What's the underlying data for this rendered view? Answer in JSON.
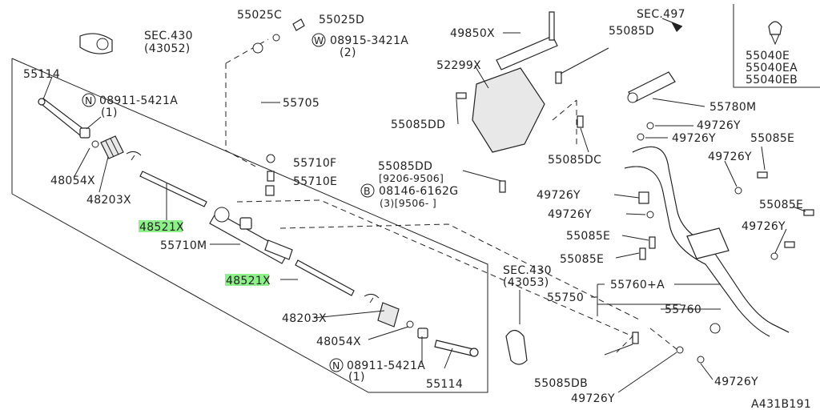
{
  "labels": {
    "p55025C": "55025C",
    "p55025D": "55025D",
    "w08915": "08915-3421A",
    "w08915_qty": "(2)",
    "sec430_top": "SEC.430",
    "sec430_top_code": "(43052)",
    "p55114_top": "55114",
    "n08911_top": "08911-5421A",
    "n08911_top_qty": "(1)",
    "p55705": "55705",
    "p48054_top": "48054X",
    "p48203_top": "48203X",
    "p48521_top": "48521X",
    "p55710F": "55710F",
    "p55710E": "55710E",
    "p55710M": "55710M",
    "p48521_mid": "48521X",
    "p48203_bot": "48203X",
    "p48054_bot": "48054X",
    "n08911_bot": "08911-5421A",
    "n08911_bot_qty": "(1)",
    "p55114_bot": "55114",
    "sec430_bot": "SEC.430",
    "sec430_bot_code": "(43053)",
    "p49850": "49850X",
    "p52299": "52299X",
    "p55085DD_top": "55085DD",
    "p55085DD_mid": "55085DD",
    "date_range": "[9206-9506]",
    "b08146": "08146-6162G",
    "b08146_qty": "(3)[9506-    ]",
    "p55085DC": "55085DC",
    "sec497": "SEC.497",
    "p55085D": "55085D",
    "p55780M": "55780M",
    "p49726Y_1": "49726Y",
    "p49726Y_2": "49726Y",
    "p55085E_1": "55085E",
    "p49726Y_3": "49726Y",
    "p55085E_2": "55085E",
    "p49726Y_4": "49726Y",
    "p49726Y_5": "49726Y",
    "p49726Y_6": "49726Y",
    "p55085E_3": "55085E",
    "p55085E_4": "55085E",
    "p55760A": "55760+A",
    "p55750": "55750",
    "p55760": "55760",
    "p55085DB": "55085DB",
    "p49726Y_7": "49726Y",
    "p49726Y_8": "49726Y",
    "p55040E": "55040E",
    "p55040EA": "55040EA",
    "p55040EB": "55040EB",
    "diagram_code": "A431B191",
    "w_circle": "W",
    "n_circle": "N",
    "b_circle": "B"
  },
  "colors": {
    "highlight": "#8ef08a",
    "line": "#222222"
  }
}
